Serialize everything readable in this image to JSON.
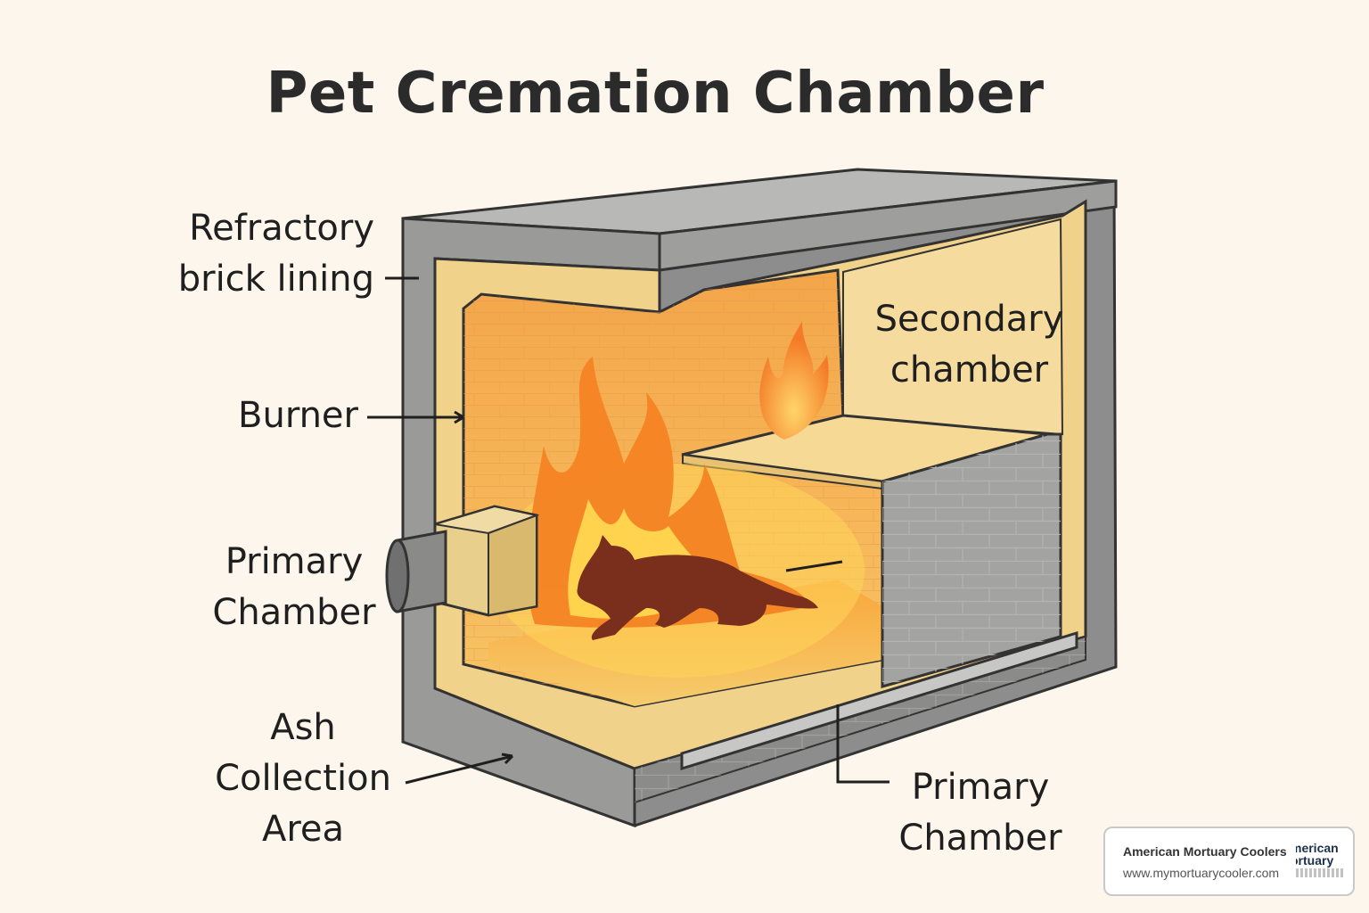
{
  "title": "Pet Cremation Chamber",
  "labels": {
    "refractory": [
      "Refractory",
      "brick lining"
    ],
    "burner": [
      "Burner"
    ],
    "primary_left": [
      "Primary",
      "Chamber"
    ],
    "ash": [
      "Ash",
      "Collection",
      "Area"
    ],
    "secondary": [
      "Secondary",
      "chamber"
    ],
    "primary_bottom": [
      "Primary",
      "Chamber"
    ]
  },
  "badge": {
    "company": "American Mortuary Coolers",
    "url": "www.mymortuarycooler.com",
    "logo_line1": "merican",
    "logo_line2": "ortuary"
  },
  "colors": {
    "background": "#fdf6ec",
    "steel": "#8f8f8f",
    "lining": "#f1d28a",
    "fire": "#f47a1f"
  }
}
